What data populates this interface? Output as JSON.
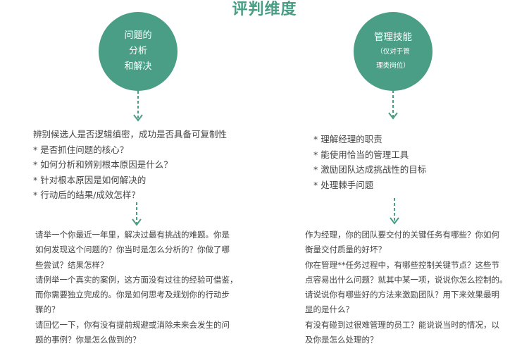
{
  "title": "评判维度",
  "left": {
    "circle_lines": [
      "问题的",
      "分析",
      "和解决"
    ],
    "criteria": [
      "辨别候选人是否逻辑缜密，成功是否具备可复制性",
      "*  是否抓住问题的核心？",
      "*  如何分析和辨别根本原因是什么？",
      "*  针对根本原因是如何解决的",
      "*  行动后的结果/成效怎样？"
    ],
    "questions": [
      "请举一个你最近一年里，解决过最有挑战的难题。你是",
      "如何发现这个问题的？你当时是怎么分析的？你做了哪",
      "些尝试？结果怎样？",
      "请例举一个真实的案例，这方面没有过往的经验可借鉴，",
      "而你需要独立完成的。你是如何思考及规划你的行动步",
      "骤的？",
      "请回忆一下，你有没有提前规避或消除未来会发生的问",
      "题的事例？你是怎么做到的？"
    ]
  },
  "right": {
    "circle_title": "管理技能",
    "circle_sub_lines": [
      "（仅对于管",
      "理类岗位）"
    ],
    "criteria": [
      "*  理解经理的职责",
      "*  能使用恰当的管理工具",
      "*  激励团队达成挑战性的目标",
      "*  处理棘手问题"
    ],
    "questions": [
      "作为经理，你的团队要交付的关键任务有哪些？你如何",
      "衡量交付质量的好坏？",
      "你在管理**任务过程中，有哪些控制关键节点？这些节",
      "点容易出什么问题？就其中某一项，说说你怎么控制的。",
      "请说说你有哪些好的方法来激励团队？用下来效果最明",
      "显的是什么？",
      "有没有碰到过很难管理的员工？能说说当时的情况，以",
      "及你是怎么处理的？"
    ]
  },
  "colors": {
    "accent": "#4a9e85",
    "text": "#444444",
    "circle_text": "#ffffff"
  }
}
